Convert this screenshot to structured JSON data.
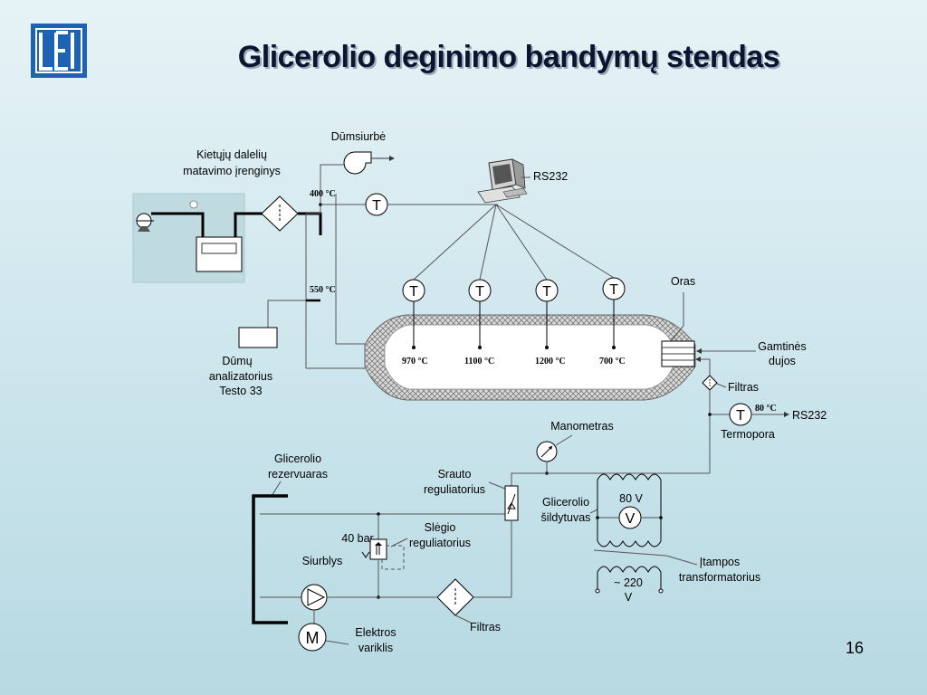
{
  "slide": {
    "title": "Glicerolio deginimo bandymų stendas",
    "page_number": "16"
  },
  "logo": {
    "icon": "lei-logo",
    "text": "LEI"
  },
  "labels": {
    "smoke_fan": "Dūmsiurbė",
    "particle_device_1": "Kietųjų dalelių",
    "particle_device_2": "matavimo įrenginys",
    "pc_rs232": "RS232",
    "t400": "400 °C",
    "t550": "550 °C",
    "gas_analyzer_1": "Dūmų",
    "gas_analyzer_2": "analizatorius",
    "gas_analyzer_3": "Testo 33",
    "t970": "970 °C",
    "t1100": "1100 °C",
    "t1200": "1200 °C",
    "t700": "700 °C",
    "air": "Oras",
    "natural_gas_1": "Gamtinės",
    "natural_gas_2": "dujos",
    "filter_gas": "Filtras",
    "t80": "80 °C",
    "rs232_out": "RS232",
    "thermocouple": "Termopora",
    "manometer": "Manometras",
    "flow_reg_1": "Srauto",
    "flow_reg_2": "reguliatorius",
    "glycerol_tank_1": "Glicerolio",
    "glycerol_tank_2": "rezervuaras",
    "pressure_40": "40 bar",
    "pressure_reg_1": "Slėgio",
    "pressure_reg_2": "reguliatorius",
    "pump": "Siurblys",
    "heater_1": "Glicerolio",
    "heater_2": "šildytuvas",
    "v80": "80 V",
    "voltmeter": "V",
    "transformer_1": "Įtampos",
    "transformer_2": "transformatorius",
    "v220_1": "~ 220",
    "v220_2": "V",
    "filter_liquid": "Filtras",
    "motor_1": "Elektros",
    "motor_2": "variklis",
    "motor_symbol": "M",
    "temp_symbol": "T"
  },
  "colors": {
    "line": "#333333",
    "pipe_bold": "#000000",
    "logo_blue": "#1e62b4",
    "insulation": "#c8c8c8"
  }
}
